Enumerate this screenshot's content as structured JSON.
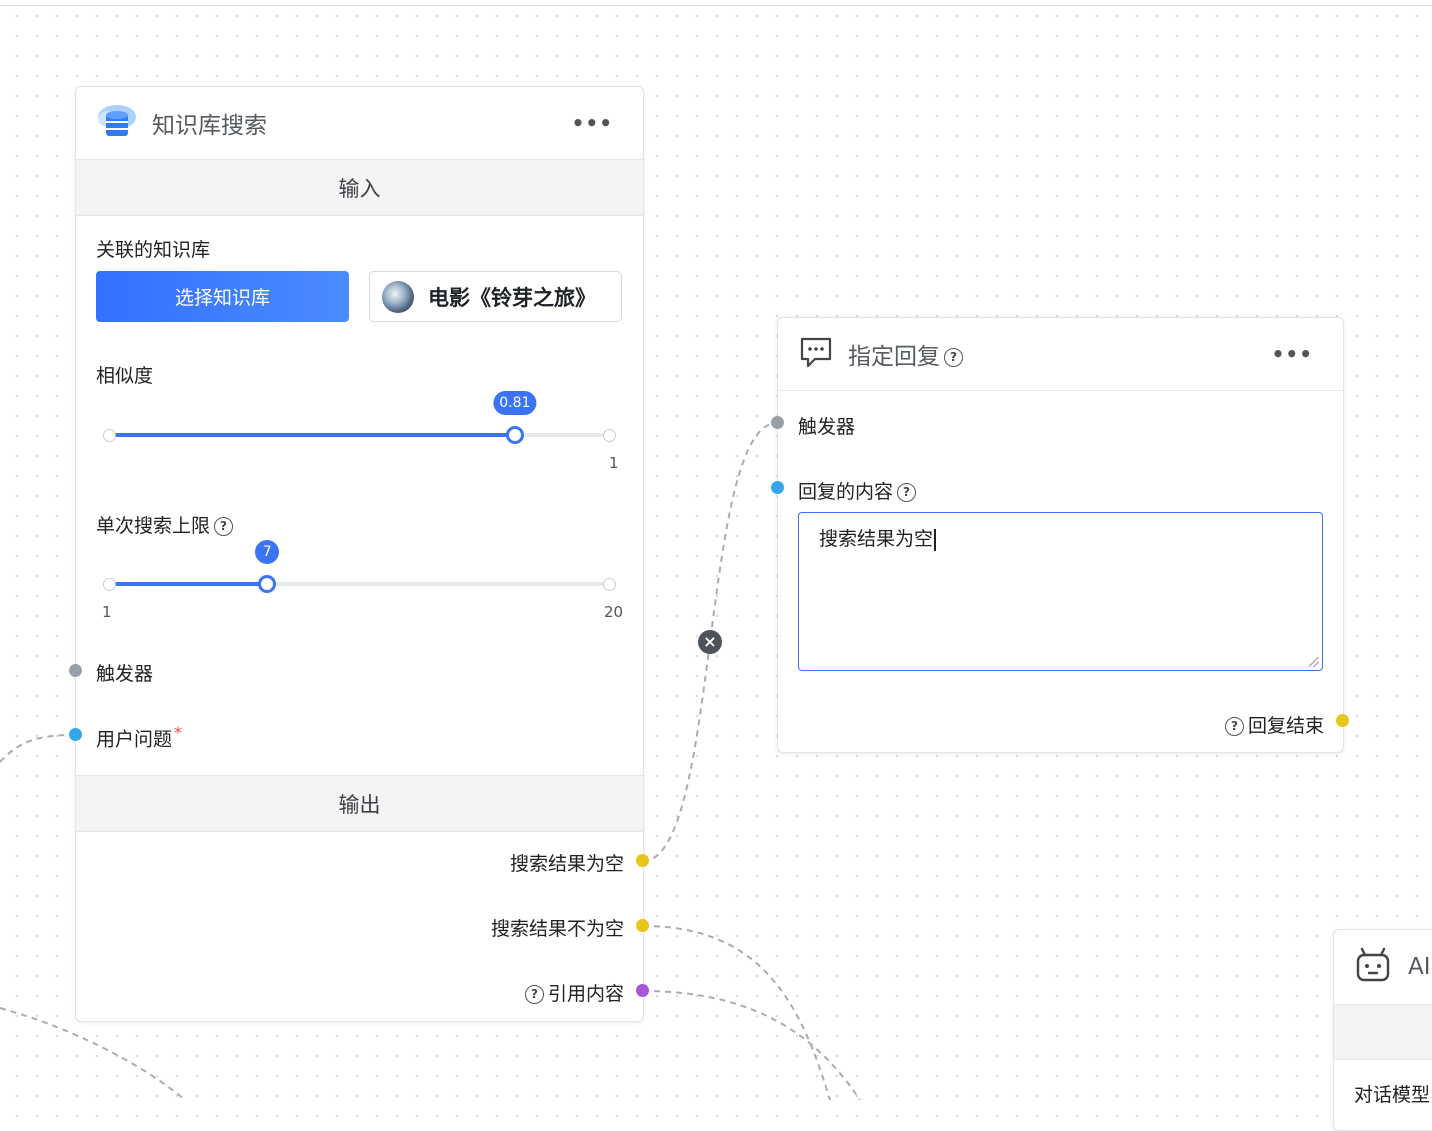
{
  "kb_node": {
    "title": "知识库搜索",
    "more": "•••",
    "input_header": "输入",
    "kb_label": "关联的知识库",
    "select_kb_button": "选择知识库",
    "selected_kb": "电影《铃芽之旅》",
    "similarity": {
      "label": "相似度",
      "value": 0.81,
      "min": 0,
      "max": 1,
      "tooltip": "0.81",
      "max_label": "1"
    },
    "limit": {
      "label": "单次搜索上限",
      "value": 7,
      "min": 1,
      "max": 20,
      "tooltip": "7",
      "min_label": "1",
      "max_label": "20"
    },
    "trigger_label": "触发器",
    "user_question_label": "用户问题",
    "required_mark": "*",
    "output_header": "输出",
    "outputs": [
      "搜索结果为空",
      "搜索结果不为空",
      "引用内容"
    ]
  },
  "reply_node": {
    "title": "指定回复",
    "more": "•••",
    "trigger_label": "触发器",
    "content_label": "回复的内容",
    "content_value": "搜索结果为空",
    "end_label": "回复结束"
  },
  "ai_node": {
    "title": "AI",
    "field_label": "对话模型"
  },
  "edge_delete_icon": "×",
  "help_icon": "?",
  "colors": {
    "primary": "#3370ff",
    "handle_gray": "#9aa0a8",
    "handle_blue": "#33a7e8",
    "handle_yellow": "#e8c51a",
    "handle_purple": "#a855d6"
  }
}
